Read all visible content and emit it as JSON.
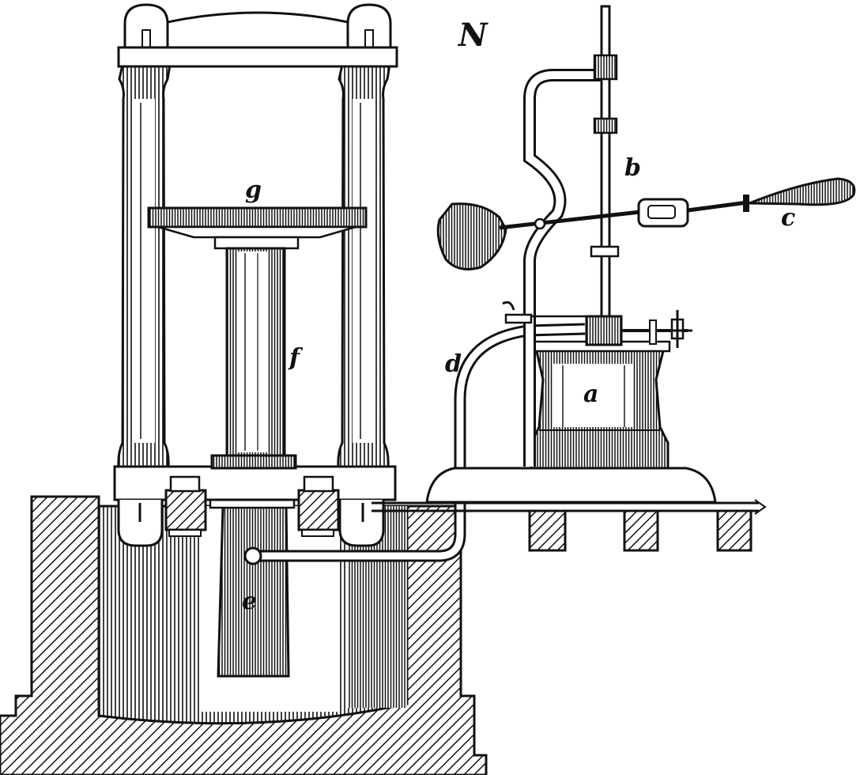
{
  "figure": {
    "plate_letter": "N",
    "labels": {
      "a": "a",
      "b": "b",
      "c": "c",
      "d": "d",
      "e": "e",
      "f": "f",
      "g": "g"
    }
  }
}
